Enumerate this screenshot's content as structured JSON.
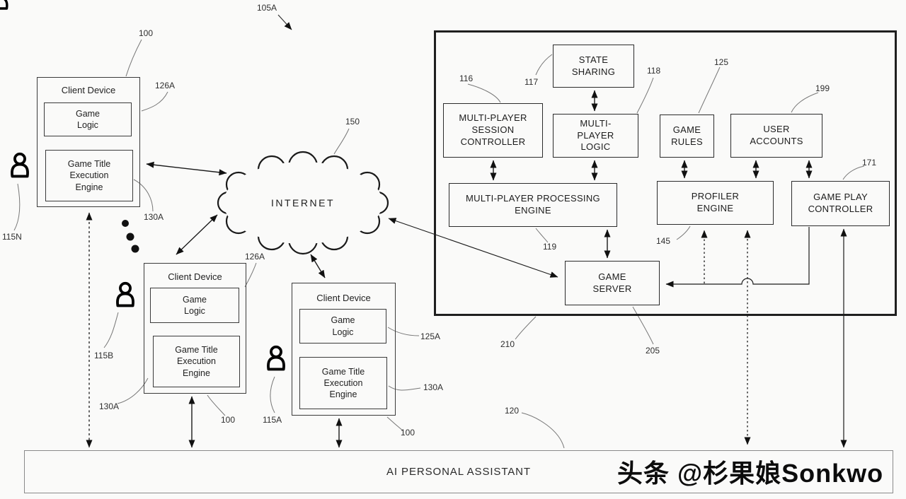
{
  "diagram": {
    "internet_label": "INTERNET",
    "assistant_bar_label": "AI PERSONAL ASSISTANT",
    "watermark": "头条 @杉果娘Sonkwo",
    "client_devices": [
      {
        "title": "Client Device",
        "game_logic": "Game Logic",
        "engine": "Game Title Execution Engine"
      },
      {
        "title": "Client Device",
        "game_logic": "Game Logic",
        "engine": "Game Title Execution Engine"
      },
      {
        "title": "Client Device",
        "game_logic": "Game Logic",
        "engine": "Game Title Execution Engine"
      }
    ],
    "server": {
      "state_sharing": "STATE SHARING",
      "session_controller": "MULTI-PLAYER SESSION CONTROLLER",
      "multiplayer_logic": "MULTI-PLAYER LOGIC",
      "game_rules": "GAME RULES",
      "user_accounts": "USER ACCOUNTS",
      "processing_engine": "MULTI-PLAYER PROCESSING ENGINE",
      "profiler_engine": "PROFILER ENGINE",
      "gameplay_controller": "GAME PLAY CONTROLLER",
      "game_server": "GAME SERVER"
    },
    "refs": {
      "n105a": "105A",
      "n100_top": "100",
      "n126a_dev1": "126A",
      "n130a_dev1": "130A",
      "n115n": "115N",
      "n150": "150",
      "n126a_dev2": "126A",
      "n100_dev2": "100",
      "n115b": "115B",
      "n130a_dev2": "130A",
      "n115a": "115A",
      "n125a_dev3": "125A",
      "n130a_dev3": "130A",
      "n100_dev3": "100",
      "n116": "116",
      "n117": "117",
      "n118": "118",
      "n125": "125",
      "n199": "199",
      "n171": "171",
      "n119": "119",
      "n145": "145",
      "n210": "210",
      "n205": "205",
      "n120": "120"
    }
  }
}
